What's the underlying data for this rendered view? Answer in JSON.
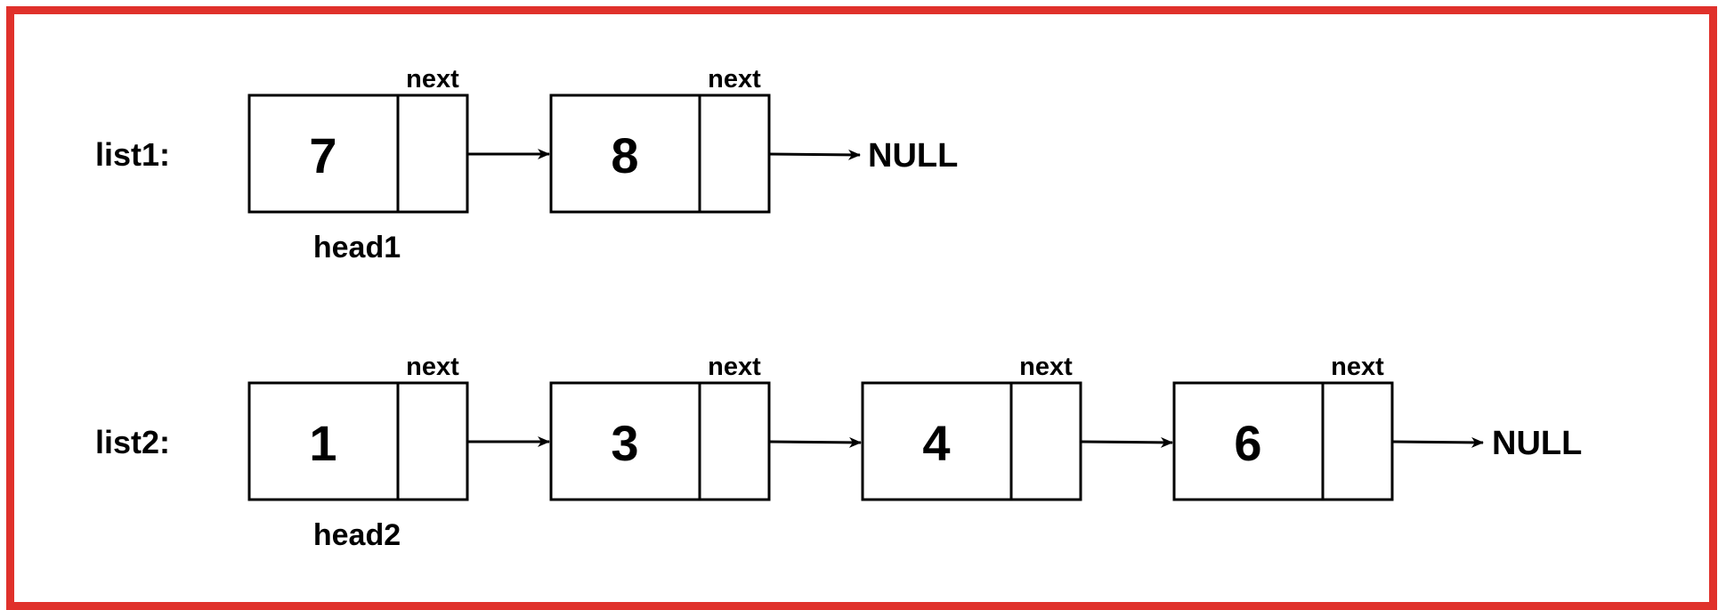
{
  "lists": [
    {
      "label": "list1:",
      "head_label": "head1",
      "nodes": [
        {
          "value": "7",
          "next_label": "next"
        },
        {
          "value": "8",
          "next_label": "next"
        }
      ],
      "terminator": "NULL"
    },
    {
      "label": "list2:",
      "head_label": "head2",
      "nodes": [
        {
          "value": "1",
          "next_label": "next"
        },
        {
          "value": "3",
          "next_label": "next"
        },
        {
          "value": "4",
          "next_label": "next"
        },
        {
          "value": "6",
          "next_label": "next"
        }
      ],
      "terminator": "NULL"
    }
  ],
  "colors": {
    "border": "#e0312b",
    "stroke": "#000000",
    "background": "#ffffff"
  }
}
